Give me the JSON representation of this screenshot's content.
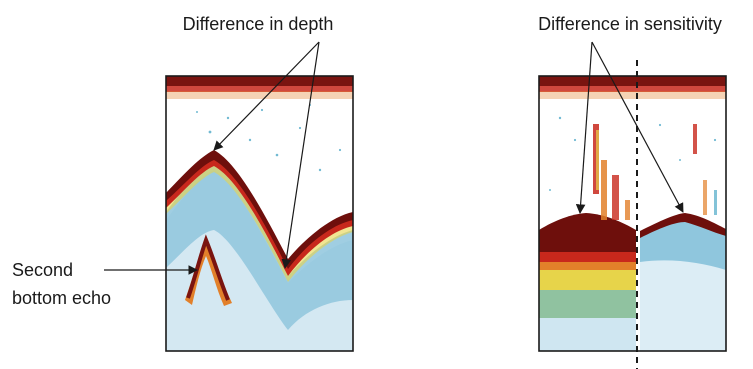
{
  "labels": {
    "depth": "Difference in depth",
    "sensitivity": "Difference in sensitivity",
    "second_line1": "Second",
    "second_line2": "bottom echo"
  },
  "colors": {
    "frame": "#1a1a1a",
    "dark_red": "#6e0f0c",
    "red": "#c8281c",
    "orange": "#e2802a",
    "yellow": "#e7d44a",
    "green": "#7fb98c",
    "cyan": "#4fa9c8",
    "light_blue": "#b9dcec"
  }
}
